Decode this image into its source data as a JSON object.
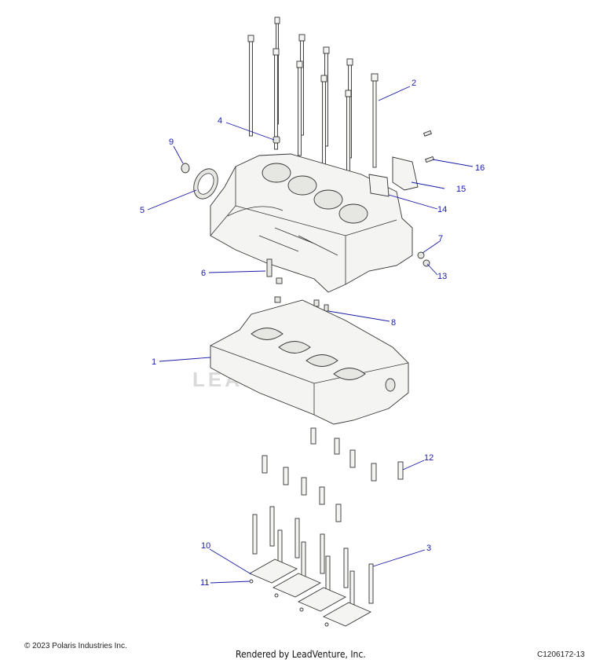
{
  "diagram": {
    "watermark": "LEADVENTURE",
    "callouts": [
      {
        "id": "1",
        "text": "1"
      },
      {
        "id": "2",
        "text": "2"
      },
      {
        "id": "3",
        "text": "3"
      },
      {
        "id": "4",
        "text": "4"
      },
      {
        "id": "5",
        "text": "5"
      },
      {
        "id": "6",
        "text": "6"
      },
      {
        "id": "7",
        "text": "7"
      },
      {
        "id": "8",
        "text": "8"
      },
      {
        "id": "9",
        "text": "9"
      },
      {
        "id": "10",
        "text": "10"
      },
      {
        "id": "11",
        "text": "11"
      },
      {
        "id": "12",
        "text": "12"
      },
      {
        "id": "13",
        "text": "13"
      },
      {
        "id": "14",
        "text": "14"
      },
      {
        "id": "15",
        "text": "15"
      },
      {
        "id": "16",
        "text": "16"
      }
    ],
    "colors": {
      "callout": "#1a1aa8",
      "line": "#333333"
    }
  },
  "footer": {
    "copyright": "© 2023 Polaris Industries Inc.",
    "rendered_by": "Rendered by LeadVenture, Inc.",
    "figure_code": "C1206172-13"
  }
}
